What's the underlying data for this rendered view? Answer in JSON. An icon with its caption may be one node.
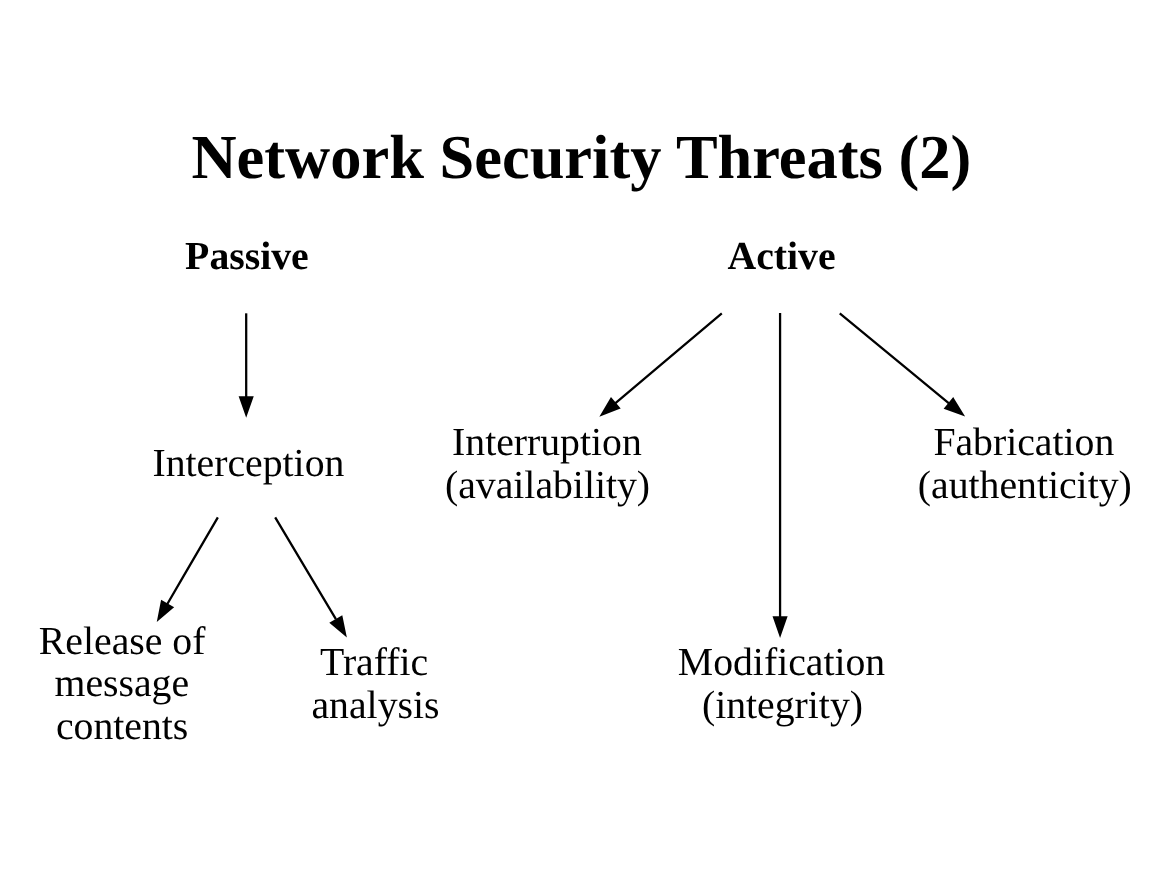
{
  "diagram": {
    "title": "Network Security Threats (2)",
    "nodes": [
      {
        "text": [
          "Passive"
        ]
      },
      {
        "text": [
          "Interception"
        ]
      },
      {
        "text": [
          "Release of message contents"
        ]
      },
      {
        "text": [
          "Traffic analysis"
        ]
      },
      {
        "text": [
          "Active"
        ]
      },
      {
        "text": [
          "Interruption (availability)"
        ]
      },
      {
        "text": [
          "Modification (integrity)"
        ]
      },
      {
        "text": [
          "Fabrication (authenticity)"
        ]
      }
    ],
    "edges": [
      {
        "from": 0,
        "to": 1,
        "arrow": "to"
      },
      {
        "from": 1,
        "to": 2,
        "arrow": "to"
      },
      {
        "from": 1,
        "to": 3,
        "arrow": "to"
      },
      {
        "from": 4,
        "to": 5,
        "arrow": "to"
      },
      {
        "from": 4,
        "to": 6,
        "arrow": "to"
      },
      {
        "from": 4,
        "to": 7,
        "arrow": "to"
      }
    ]
  }
}
